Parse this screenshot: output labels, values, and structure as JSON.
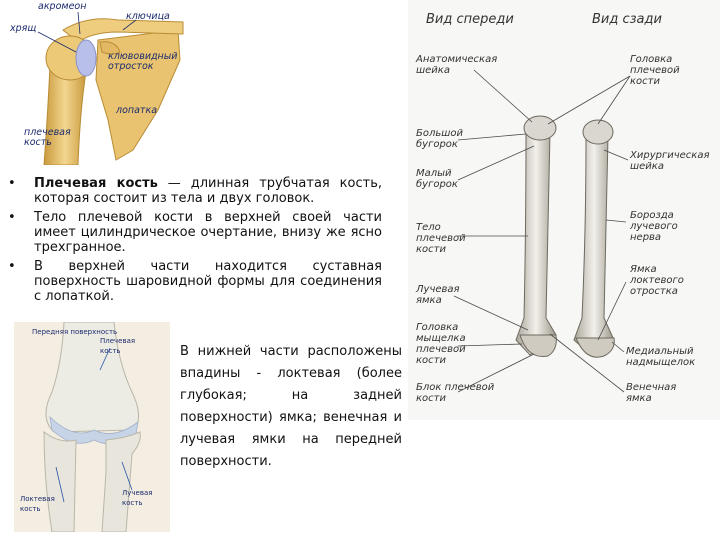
{
  "shoulder_figure": {
    "labels": {
      "acromion": "акромеон",
      "clavicle": "ключица",
      "cartilage": "хрящ",
      "coracoid": "клювовидный\nотросток",
      "scapula": "лопатка",
      "humerus": "плечевая\nкость"
    }
  },
  "bullets": [
    {
      "bold": "Плечевая кость",
      "text": " — длинная трубчатая кость, которая состоит из тела и двух головок."
    },
    {
      "bold": "",
      "text": "Тело плечевой кости в верхней своей части имеет цилиндрическое очертание, внизу же ясно трехгранное."
    },
    {
      "bold": "",
      "text": "В верхней части находится суставная поверхность шаровидной формы для соединения с лопаткой."
    }
  ],
  "bullet_symbol": "•",
  "elbow_figure": {
    "labels": {
      "front_surface": "Передняя поверхность",
      "humerus": "Плечевая\nкость",
      "ulna": "Локтевая\nкость",
      "radius": "Лучевая\nкость"
    }
  },
  "lower_text": "В нижней части расположены впадины - локтевая (более глубокая; на задней поверхности) ямка; венечная и лучевая ямки на передней поверхности.",
  "humerus_figure": {
    "title_front": "Вид спереди",
    "title_back": "Вид сзади",
    "left_labels": {
      "anatomical_neck": "Анатомическая\nшейка",
      "greater_tubercle": "Большой\nбугорок",
      "lesser_tubercle": "Малый\nбугорок",
      "body": "Тело\nплечевой\nкости",
      "radial_fossa": "Лучевая\nямка",
      "condyle_head": "Головка\nмыщелка\nплечевой\nкости",
      "trochlea": "Блок плечевой\nкости"
    },
    "right_labels": {
      "head": "Головка\nплечевой\nкости",
      "surgical_neck": "Хирургическая\nшейка",
      "radial_groove": "Борозда\nлучевого\nнерва",
      "olecranon_fossa": "Ямка\nлоктевого\nотростка",
      "medial_epicondyle": "Медиальный\nнадмыщелок",
      "coronoid_fossa": "Венечная\nямка"
    }
  },
  "colors": {
    "bone": "#e8c068",
    "bone_dark": "#b8892e",
    "cartilage": "#b8bfe8",
    "label_blue": "#1c2b6e",
    "photo_bg": "#f4eee2"
  }
}
